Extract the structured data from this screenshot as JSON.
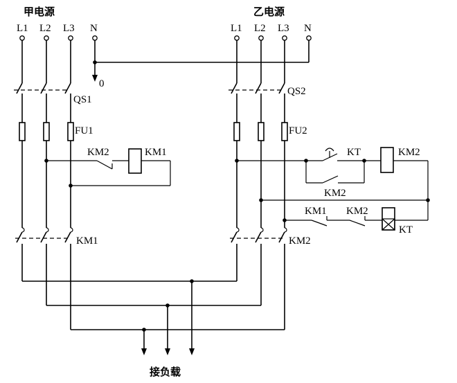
{
  "sources": {
    "a": {
      "title": "甲电源",
      "phases": [
        "L1",
        "L2",
        "L3",
        "N"
      ]
    },
    "b": {
      "title": "乙电源",
      "phases": [
        "L1",
        "L2",
        "L3",
        "N"
      ]
    }
  },
  "labels": {
    "qs1": "QS1",
    "qs2": "QS2",
    "fu1": "FU1",
    "fu2": "FU2",
    "zero": "0",
    "km1_aux_a": "KM2",
    "km1_coil": "KM1",
    "km2_aux_kt": "KT",
    "km2_coil": "KM2",
    "km2_hold": "KM2",
    "kt_km1": "KM1",
    "kt_km2": "KM2",
    "kt_coil": "KT",
    "km1_main": "KM1",
    "km2_main": "KM2",
    "load": "接负载"
  }
}
